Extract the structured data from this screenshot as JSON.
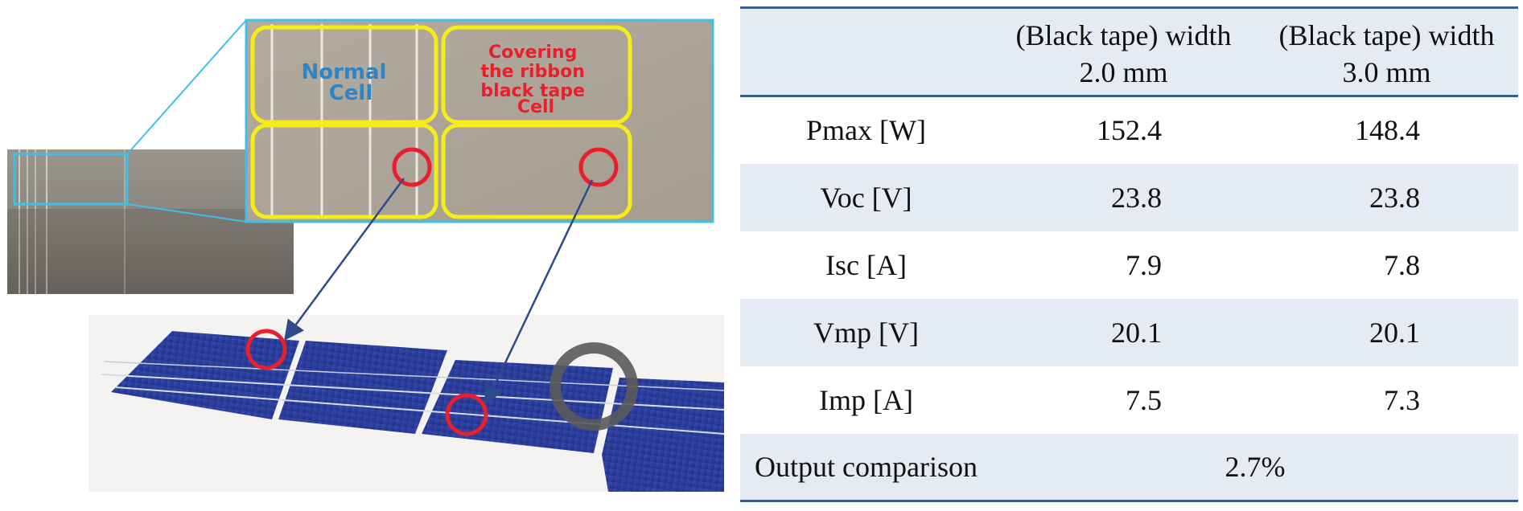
{
  "figure": {
    "normal_label": [
      "Normal",
      "Cell"
    ],
    "cover_label": [
      "Covering",
      "the ribbon",
      "black tape",
      "Cell"
    ],
    "colors": {
      "highlight_box": "#f5ec18",
      "marker": "#e8202c",
      "zoom_frame": "#3ec0e8",
      "arrow": "#2d4a8a",
      "cell_blue": "#24399a"
    }
  },
  "table": {
    "headers": [
      "",
      "(Black tape) width\n2.0 mm",
      "(Black tape) width\n3.0 mm"
    ],
    "header_lines": [
      [],
      [
        "(Black tape) width",
        "2.0 mm"
      ],
      [
        "(Black tape) width",
        "3.0 mm"
      ]
    ],
    "rows": [
      {
        "label": "Pmax [W]",
        "w2": "152.4",
        "w3": "148.4"
      },
      {
        "label": "Voc [V]",
        "w2": "23.8",
        "w3": "23.8"
      },
      {
        "label": "Isc [A]",
        "w2": "7.9",
        "w3": "7.8"
      },
      {
        "label": "Vmp [V]",
        "w2": "20.1",
        "w3": "20.1"
      },
      {
        "label": "Imp [A]",
        "w2": "7.5",
        "w3": "7.3"
      }
    ],
    "output_comparison": {
      "label": "Output comparison",
      "value": "2.7%"
    },
    "colors": {
      "shade": "#e4ebf5",
      "rule": "#3a5f8f"
    }
  }
}
